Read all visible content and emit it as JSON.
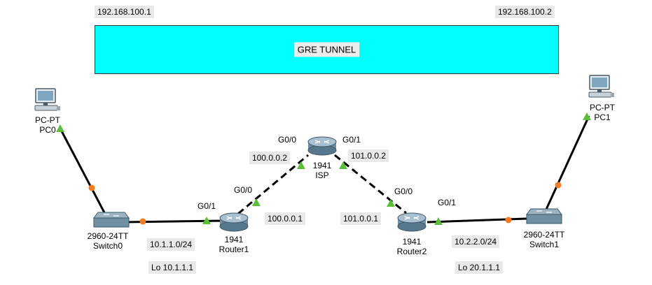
{
  "tunnel": {
    "label": "GRE TUNNEL",
    "left_ip": "192.168.100.1",
    "right_ip": "192.168.100.2",
    "fill": "#00ffff"
  },
  "devices": {
    "pc0": {
      "model": "PC-PT",
      "name": "PC0",
      "icon": "pc-icon"
    },
    "pc1": {
      "model": "PC-PT",
      "name": "PC1",
      "icon": "pc-icon"
    },
    "switch0": {
      "model": "2960-24TT",
      "name": "Switch0",
      "icon": "switch-icon"
    },
    "switch1": {
      "model": "2960-24TT",
      "name": "Switch1",
      "icon": "switch-icon"
    },
    "router1": {
      "model": "1941",
      "name": "Router1",
      "icon": "router-icon"
    },
    "router2": {
      "model": "1941",
      "name": "Router2",
      "icon": "router-icon"
    },
    "isp": {
      "model": "1941",
      "name": "ISP",
      "icon": "router-icon"
    }
  },
  "interfaces": {
    "router1_g00": "G0/0",
    "router1_g01": "G0/1",
    "isp_g00": "G0/0",
    "isp_g01": "G0/1",
    "router2_g00": "G0/0",
    "router2_g01": "G0/1"
  },
  "addresses": {
    "isp_g00_ip": "100.0.0.2",
    "isp_g01_ip": "101.0.0.2",
    "router1_g00_ip": "100.0.0.1",
    "router2_g00_ip": "101.0.0.1",
    "lan1": "10.1.1.0/24",
    "lan2": "10.2.2.0/24",
    "loop1": "Lo 10.1.1.1",
    "loop2": "Lo 20.1.1.1"
  },
  "colors": {
    "link": "#000000",
    "port_up": "#5bbf3a",
    "port_orange": "#f47b20",
    "device_body": "#6f8fa3"
  }
}
